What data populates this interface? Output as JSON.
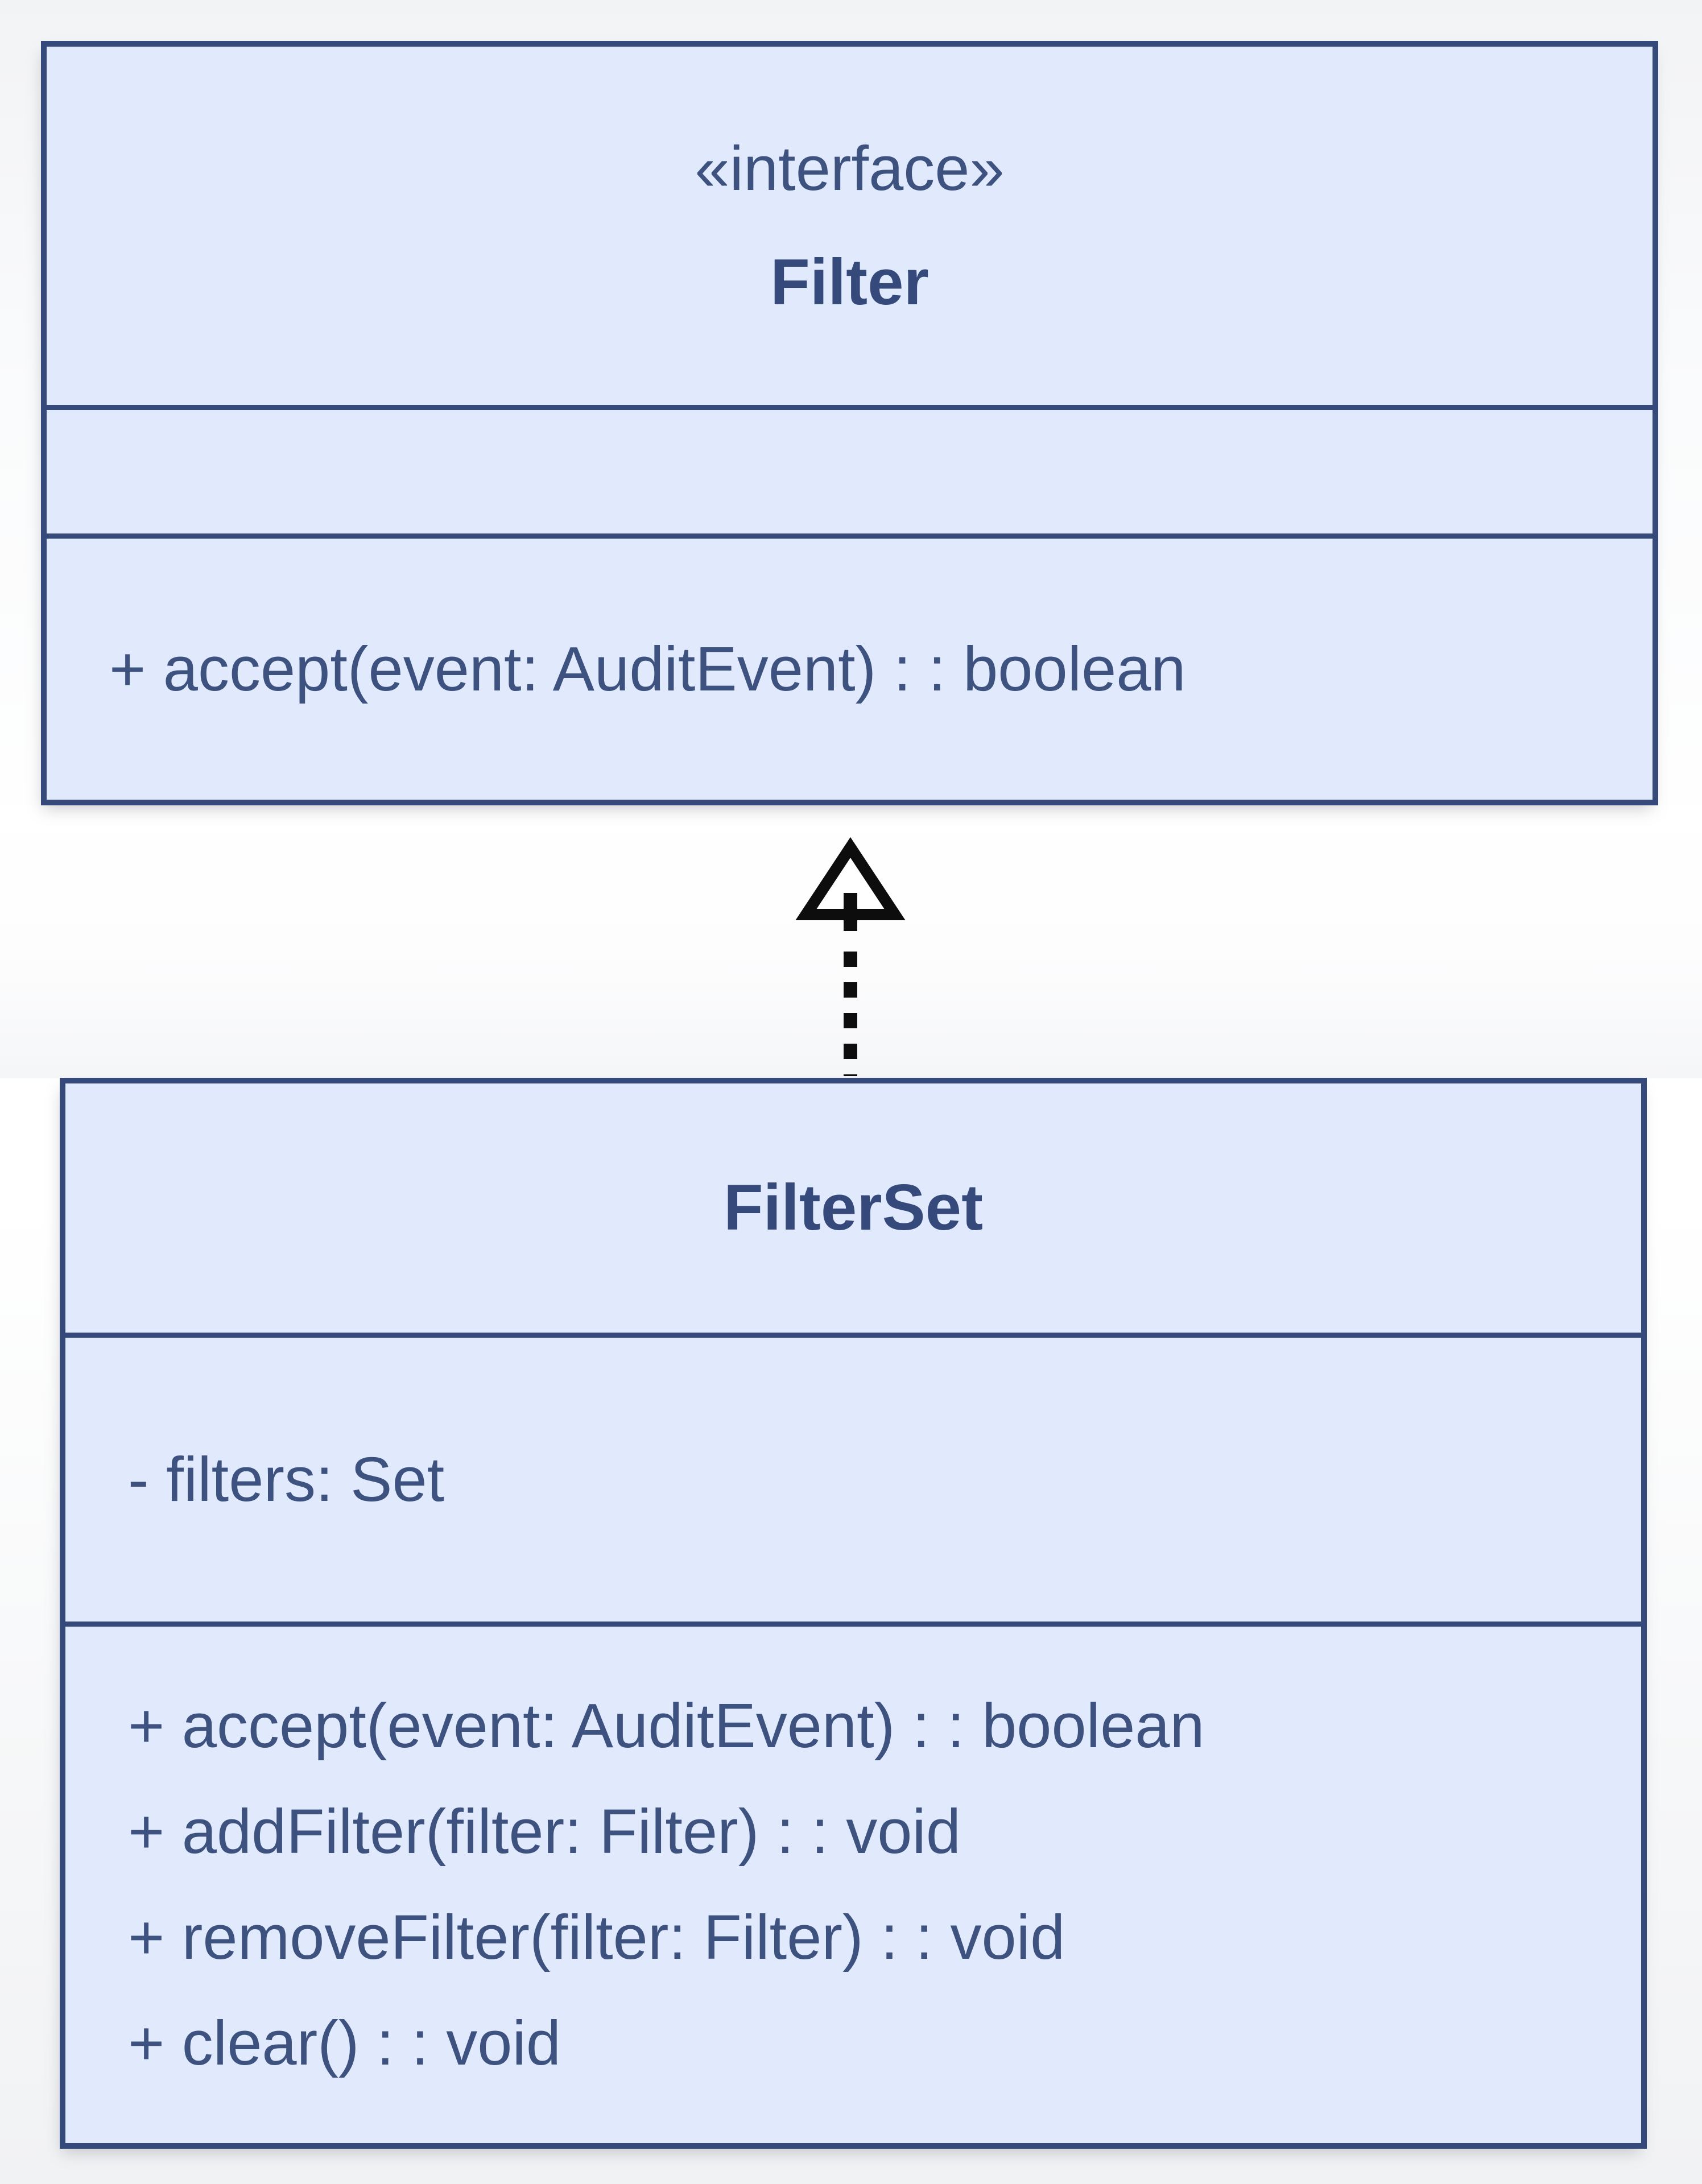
{
  "colors": {
    "box_fill": "#e1e9fc",
    "box_border": "#35497b",
    "text": "#3e5280",
    "arrow": "#0d0d0d",
    "background": "#f5f6f8"
  },
  "filter_interface": {
    "stereotype": "«interface»",
    "name": "Filter",
    "attributes": [],
    "methods": [
      "+ accept(event: AuditEvent) : : boolean"
    ]
  },
  "filter_set_class": {
    "name": "FilterSet",
    "attributes": [
      "- filters: Set"
    ],
    "methods": [
      "+ accept(event: AuditEvent) : : boolean",
      "+ addFilter(filter: Filter) : : void",
      "+ removeFilter(filter: Filter) : : void",
      "+ clear() : : void"
    ]
  },
  "relationship": {
    "type": "realization"
  }
}
